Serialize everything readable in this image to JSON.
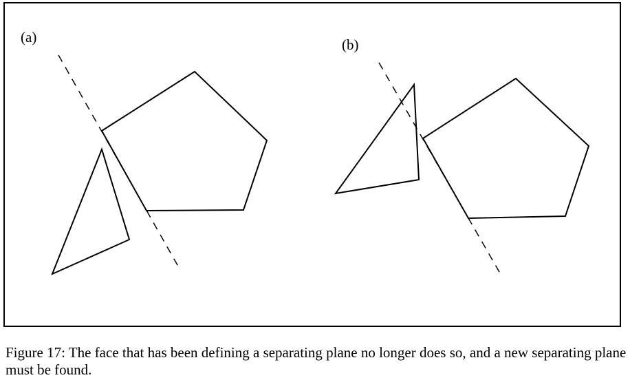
{
  "figure": {
    "panel_a_label": "(a)",
    "panel_b_label": "(b)",
    "caption": "Figure 17: The face that has been defining a separating plane no longer does so, and a new separating plane must be found."
  }
}
